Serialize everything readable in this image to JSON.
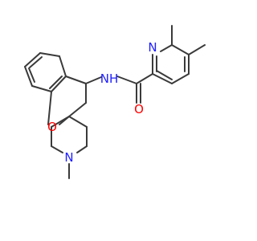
{
  "molecule": {
    "atoms": [
      {
        "id": "N_amide",
        "symbol": "N",
        "hydrogen": "H",
        "color": "#2020ff"
      },
      {
        "id": "N_pyridine",
        "symbol": "N",
        "hydrogen": "",
        "color": "#2020ff"
      },
      {
        "id": "O_carbonyl",
        "symbol": "O",
        "hydrogen": "",
        "color": "#ff0000"
      },
      {
        "id": "O_chroman",
        "symbol": "O",
        "hydrogen": "",
        "color": "#ff0000"
      },
      {
        "id": "N_piperidine",
        "symbol": "N",
        "hydrogen": "",
        "color": "#2020ff"
      }
    ],
    "bond_color": "#3a3a3a"
  }
}
